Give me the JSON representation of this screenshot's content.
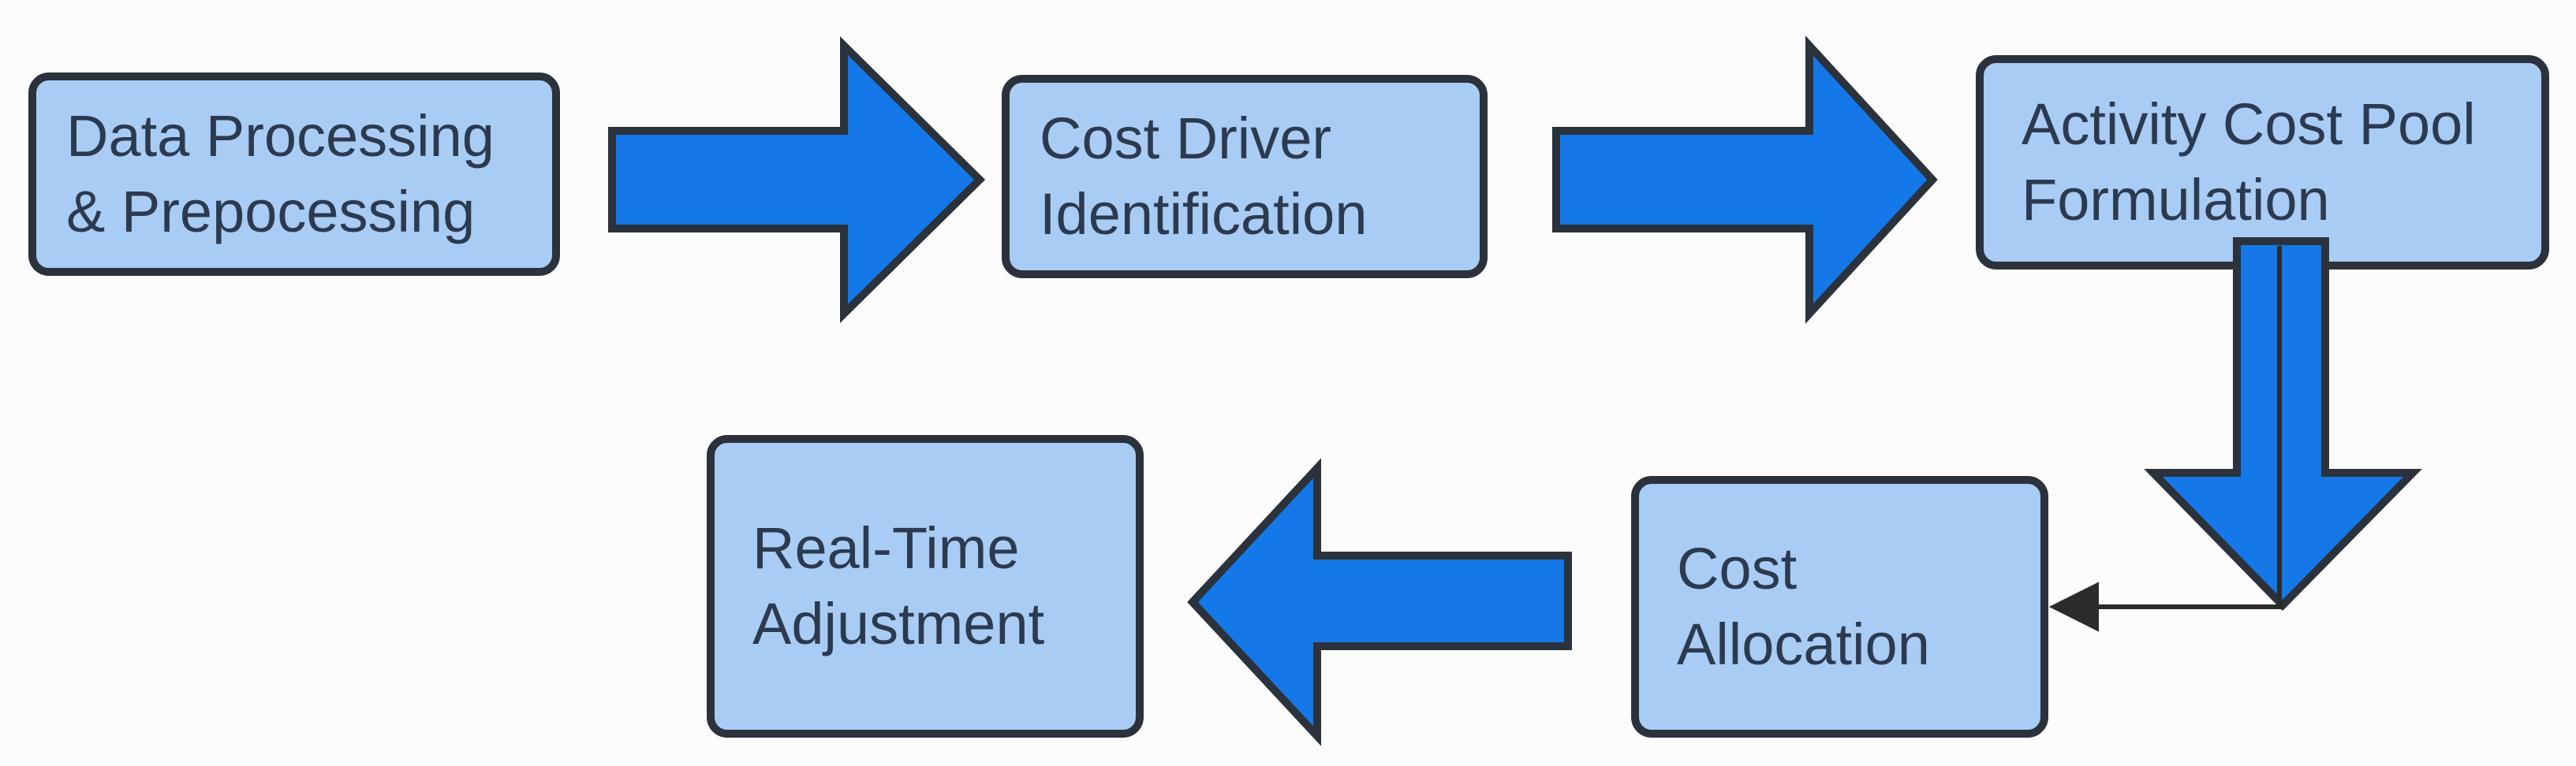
{
  "diagram": {
    "type": "flowchart",
    "colors": {
      "background": "#fcfcfc",
      "box_fill": "#a9ccf4",
      "box_border": "#2b323b",
      "arrow_fill": "#1478e8",
      "arrow_outline": "#2b323b",
      "connector": "#2b2b2b",
      "text_color": "#2c3a50"
    },
    "nodes": [
      {
        "id": "data-processing",
        "line1": "Data Processing",
        "line2": "& Prepocessing"
      },
      {
        "id": "cost-driver-identification",
        "line1": "Cost Driver",
        "line2": "Identification"
      },
      {
        "id": "activity-cost-pool-formulation",
        "line1": "Activity Cost Pool",
        "line2": "Formulation"
      },
      {
        "id": "cost-allocation",
        "line1": "Cost",
        "line2": "Allocation"
      },
      {
        "id": "real-time-adjustment",
        "line1": "Real-Time",
        "line2": "Adjustment"
      }
    ],
    "edges": [
      {
        "from": "data-processing",
        "to": "cost-driver-identification",
        "kind": "block-arrow",
        "direction": "right"
      },
      {
        "from": "cost-driver-identification",
        "to": "activity-cost-pool-formulation",
        "kind": "block-arrow",
        "direction": "right"
      },
      {
        "from": "activity-cost-pool-formulation",
        "to": "cost-allocation",
        "kind": "block-arrow",
        "direction": "down"
      },
      {
        "from": "activity-cost-pool-formulation",
        "to": "cost-allocation",
        "kind": "thin-elbow-arrow",
        "direction": "down-left"
      },
      {
        "from": "cost-allocation",
        "to": "real-time-adjustment",
        "kind": "block-arrow",
        "direction": "left"
      }
    ]
  }
}
